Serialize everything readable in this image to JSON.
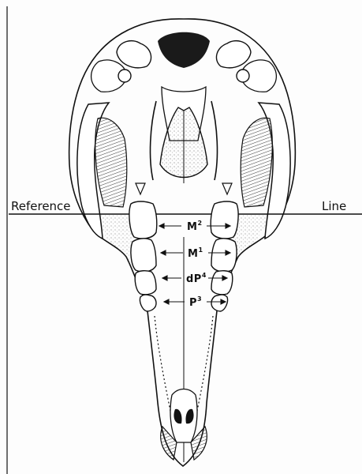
{
  "reference_line": {
    "left_label": "Reference",
    "right_label": "Line"
  },
  "teeth": [
    {
      "letter": "M",
      "sup": "2"
    },
    {
      "letter": "M",
      "sup": "1"
    },
    {
      "letter": "dP",
      "sup": "4"
    },
    {
      "letter": "P",
      "sup": "3"
    }
  ],
  "colors": {
    "ink": "#111111",
    "paper": "#fdfdfd"
  }
}
